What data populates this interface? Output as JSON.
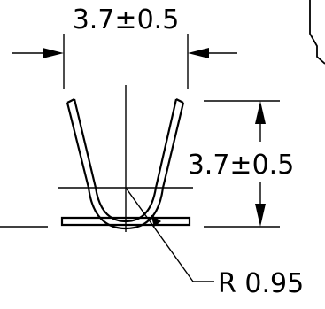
{
  "dimensions": {
    "width_label": "3.7±0.5",
    "height_label": "3.7±0.5",
    "radius_label": "R 0.95"
  },
  "colors": {
    "line": "#000000",
    "background": "#ffffff"
  }
}
